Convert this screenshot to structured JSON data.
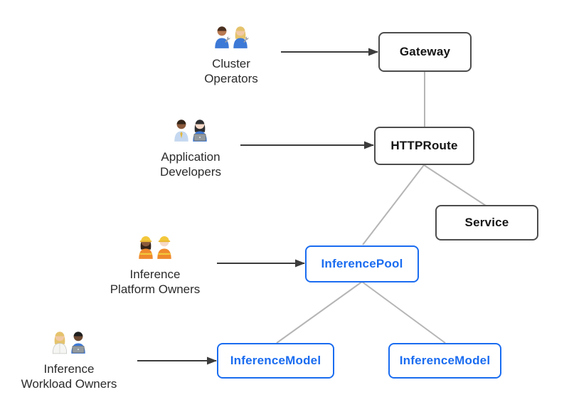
{
  "diagram": {
    "actors": [
      {
        "name": "cluster-operators",
        "label_lines": [
          "Cluster",
          "Operators"
        ],
        "icons": [
          "man-mechanic-icon",
          "woman-mechanic-icon"
        ],
        "points_to": "Gateway"
      },
      {
        "name": "application-developers",
        "label_lines": [
          "Application",
          "Developers"
        ],
        "icons": [
          "man-office-worker-icon",
          "woman-technologist-icon"
        ],
        "points_to": "HTTPRoute"
      },
      {
        "name": "inference-platform-owners",
        "label_lines": [
          "Inference",
          "Platform Owners"
        ],
        "icons": [
          "woman-construction-worker-icon",
          "man-construction-worker-icon"
        ],
        "points_to": "InferencePool"
      },
      {
        "name": "inference-workload-owners",
        "label_lines": [
          "Inference",
          "Workload Owners"
        ],
        "icons": [
          "health-worker-icon",
          "man-technologist-icon"
        ],
        "points_to": "InferenceModel"
      }
    ],
    "nodes": [
      {
        "id": "gateway",
        "label": "Gateway",
        "variant": "dark"
      },
      {
        "id": "httproute",
        "label": "HTTPRoute",
        "variant": "dark"
      },
      {
        "id": "service",
        "label": "Service",
        "variant": "dark"
      },
      {
        "id": "inferencepool",
        "label": "InferencePool",
        "variant": "blue"
      },
      {
        "id": "inferencemodel-left",
        "label": "InferenceModel",
        "variant": "blue"
      },
      {
        "id": "inferencemodel-right",
        "label": "InferenceModel",
        "variant": "blue"
      }
    ],
    "edges": [
      {
        "from": "cluster-operators",
        "to": "gateway",
        "type": "arrow"
      },
      {
        "from": "application-developers",
        "to": "httproute",
        "type": "arrow"
      },
      {
        "from": "inference-platform-owners",
        "to": "inferencepool",
        "type": "arrow"
      },
      {
        "from": "inference-workload-owners",
        "to": "inferencemodel-left",
        "type": "arrow"
      },
      {
        "from": "gateway",
        "to": "httproute",
        "type": "line"
      },
      {
        "from": "httproute",
        "to": "inferencepool",
        "type": "line"
      },
      {
        "from": "httproute",
        "to": "service",
        "type": "line"
      },
      {
        "from": "inferencepool",
        "to": "inferencemodel-left",
        "type": "line"
      },
      {
        "from": "inferencepool",
        "to": "inferencemodel-right",
        "type": "line"
      }
    ],
    "colors": {
      "accent_blue": "#1a6cf0",
      "box_border_dark": "#4d4d4d",
      "box_text_dark": "#141414",
      "connector_gray": "#b5b5b5",
      "arrow_dark": "#3c3c3c",
      "label_text": "#2b2b2b",
      "background": "#ffffff"
    }
  }
}
